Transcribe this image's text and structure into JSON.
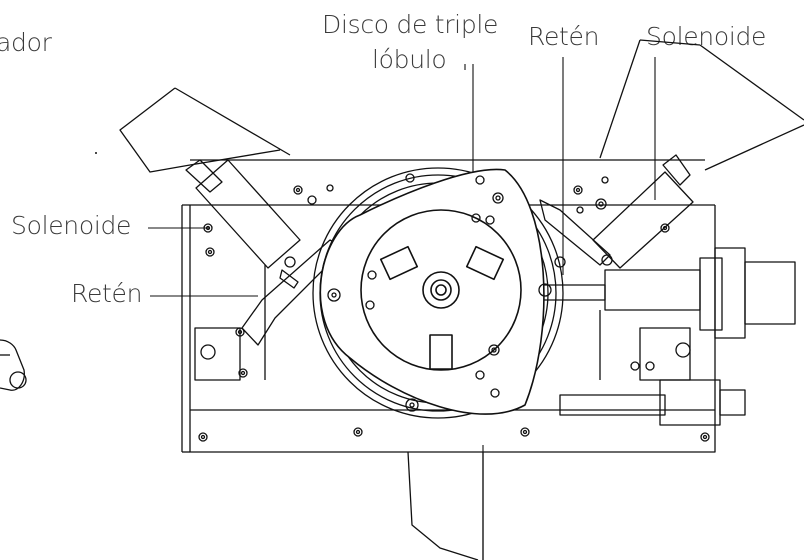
{
  "diagram": {
    "labels": {
      "cut_left": "ador",
      "disc_line1": "Disco de triple",
      "disc_line2": "lóbulo",
      "detent_top": "Retén",
      "solenoid_top": "Solenoide",
      "solenoid_left": "Solenoide",
      "detent_left": "Retén"
    },
    "colors": {
      "stroke": "#111111",
      "text": "#3a3a3a",
      "background": "#ffffff"
    }
  }
}
